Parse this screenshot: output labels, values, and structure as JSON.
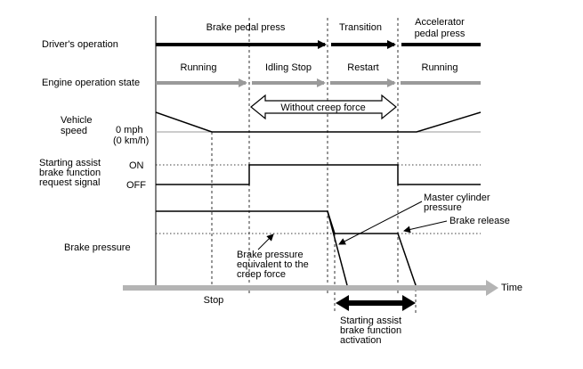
{
  "rows": {
    "drivers_operation": "Driver's operation",
    "engine_operation_state": "Engine operation state",
    "vehicle_speed": [
      "Vehicle",
      "speed"
    ],
    "speed_zero": [
      "0 mph",
      "(0 km/h)"
    ],
    "assist_signal": [
      "Starting assist",
      "brake function",
      "request signal"
    ],
    "signal_on": "ON",
    "signal_off": "OFF",
    "brake_pressure": "Brake pressure"
  },
  "phases": {
    "brake_pedal_press": "Brake pedal press",
    "transition": "Transition",
    "accelerator_pedal_press": [
      "Accelerator",
      "pedal press"
    ]
  },
  "engine_states": {
    "running_1": "Running",
    "idling_stop": "Idling Stop",
    "restart": "Restart",
    "running_2": "Running"
  },
  "annotations": {
    "without_creep_force": "Without creep force",
    "master_cylinder_pressure": [
      "Master cylinder",
      "pressure"
    ],
    "brake_release": "Brake release",
    "brake_pressure_creep": [
      "Brake pressure",
      "equivalent to the",
      "creep force"
    ],
    "stop": "Stop",
    "time": "Time",
    "assist_activation": [
      "Starting assist",
      "brake function",
      "activation"
    ]
  },
  "colors": {
    "black_bar": "#000000",
    "gray_bar": "#9a9a9a",
    "time_axis": "#b4b4b4",
    "dashed_guides": "#000000"
  }
}
